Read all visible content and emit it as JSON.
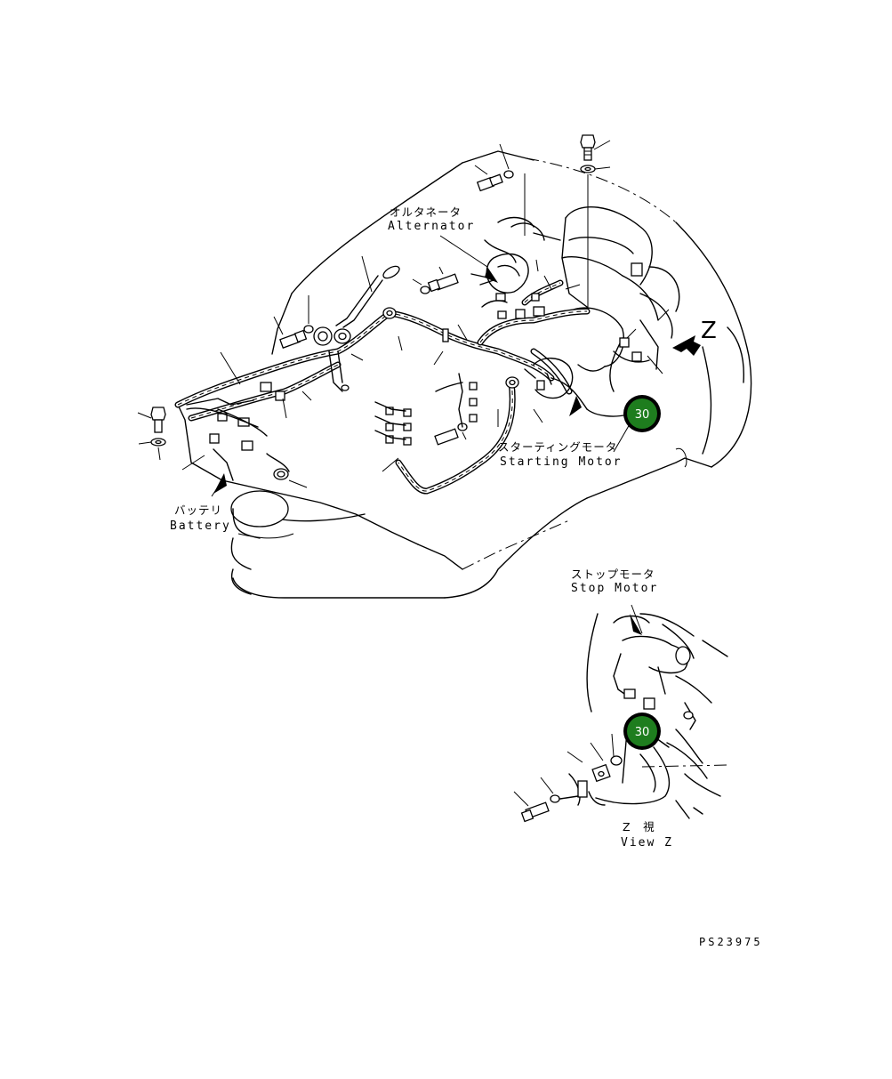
{
  "labels": {
    "alternator_jp": "オルタネータ",
    "alternator_en": "Alternator",
    "starting_motor_jp": "スターティングモータ",
    "starting_motor_en": "Starting Motor",
    "battery_jp": "バッテリ",
    "battery_en": "Battery",
    "stop_motor_jp": "ストップモータ",
    "stop_motor_en": "Stop Motor",
    "view_jp": "Z　視",
    "view_en": "View Z",
    "view_letter": "Z"
  },
  "callouts": [
    {
      "text": "30"
    },
    {
      "text": "30"
    }
  ],
  "part_number": "PS23975",
  "colors": {
    "line": "#000000",
    "badge": "#1e7d1e",
    "badge_text": "#ffffff",
    "background": "#ffffff"
  }
}
